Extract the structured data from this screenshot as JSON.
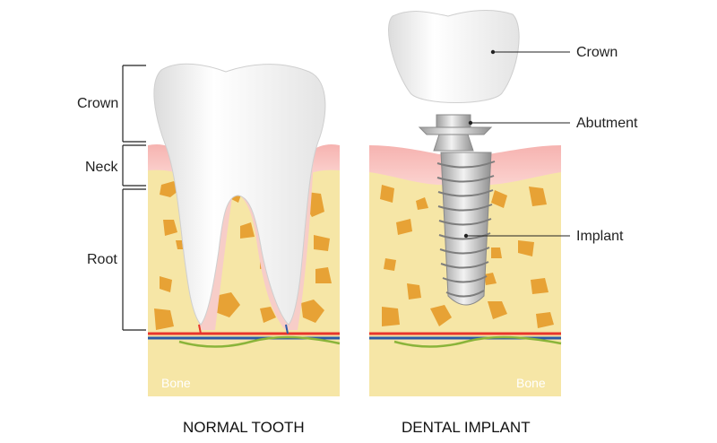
{
  "labels": {
    "left": {
      "crown": "Crown",
      "neck": "Neck",
      "root": "Root"
    },
    "right": {
      "crown": "Crown",
      "abutment": "Abutment",
      "implant": "Implant"
    },
    "bone_left": "Bone",
    "bone_right": "Bone"
  },
  "captions": {
    "left": "NORMAL TOOTH",
    "right": "DENTAL IMPLANT"
  },
  "colors": {
    "bone": "#f6e6a6",
    "bone_pores": "#e7a235",
    "gum": "#f4a9a6",
    "tooth": "#f4f4f4",
    "metal": "#cfcfcf",
    "artery": "#e8352c",
    "vein": "#2d5ba8",
    "nerve": "#8ab43a"
  }
}
